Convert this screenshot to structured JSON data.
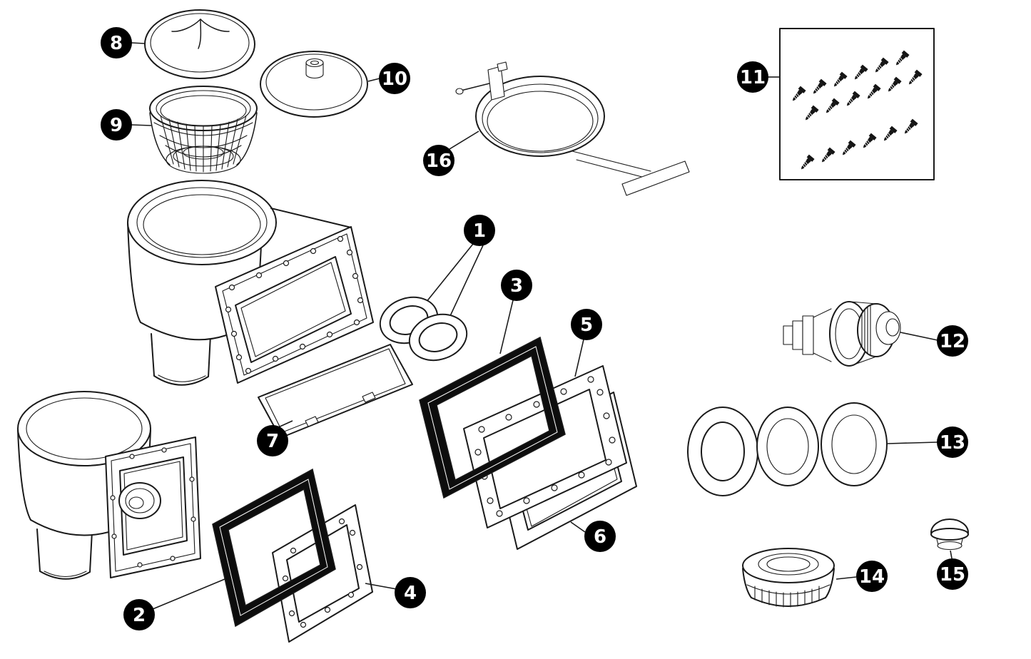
{
  "diagram": {
    "colors": {
      "background": "#ffffff",
      "line": "#1a1a1a",
      "gasket_fill": "#0d0d0d",
      "callout_bg": "#000000",
      "callout_text": "#ffffff"
    },
    "callouts": [
      {
        "label": "1"
      },
      {
        "label": "2"
      },
      {
        "label": "3"
      },
      {
        "label": "4"
      },
      {
        "label": "5"
      },
      {
        "label": "6"
      },
      {
        "label": "7"
      },
      {
        "label": "8"
      },
      {
        "label": "9"
      },
      {
        "label": "10"
      },
      {
        "label": "11"
      },
      {
        "label": "12"
      },
      {
        "label": "13"
      },
      {
        "label": "14"
      },
      {
        "label": "15"
      },
      {
        "label": "16"
      }
    ]
  }
}
